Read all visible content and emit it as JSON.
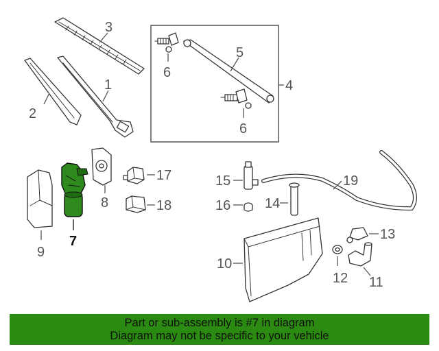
{
  "callouts": {
    "c1": "1",
    "c2": "2",
    "c3": "3",
    "c4": "4",
    "c5": "5",
    "c6a": "6",
    "c6b": "6",
    "c7": "7",
    "c8": "8",
    "c9": "9",
    "c10": "10",
    "c11": "11",
    "c12": "12",
    "c13": "13",
    "c14": "14",
    "c15": "15",
    "c16": "16",
    "c17": "17",
    "c18": "18",
    "c19": "19"
  },
  "highlighted_part": "7",
  "colors": {
    "highlight": "#2f8a1e",
    "banner": "#2b8a11"
  },
  "footer": {
    "line1": "Part or sub-assembly is #7 in diagram",
    "line2": "Diagram may not be specific to your vehicle"
  }
}
